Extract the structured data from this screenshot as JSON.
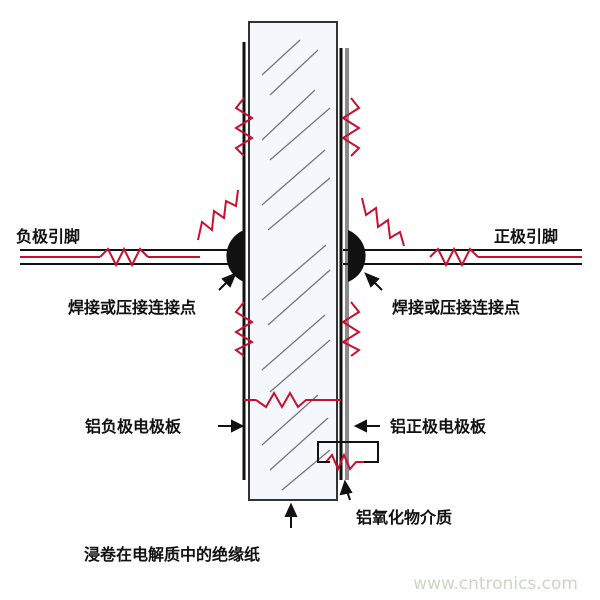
{
  "labels": {
    "negative_lead": "负极引脚",
    "positive_lead": "正极引脚",
    "weld_left": "焊接或压接连接点",
    "weld_right": "焊接或压接连接点",
    "neg_plate": "铝负极电极板",
    "pos_plate": "铝正极电极板",
    "oxide": "铝氧化物介质",
    "paper": "浸卷在电解质中的绝缘纸"
  },
  "watermark": "www.cntronics.com",
  "colors": {
    "line": "#111111",
    "resistor": "#c8102e",
    "paper_fill": "#f4f7fb",
    "oxide_layer": "#8a8a8a"
  }
}
